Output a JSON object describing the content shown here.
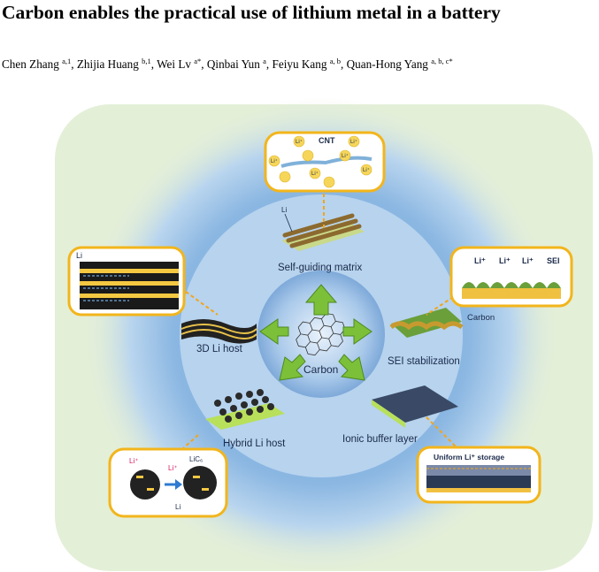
{
  "paper": {
    "title": "Carbon enables the practical use of lithium metal in a battery",
    "authors": [
      {
        "name": "Chen Zhang",
        "aff": "a,1",
        "sep": ", "
      },
      {
        "name": "Zhijia Huang",
        "aff": "b,1",
        "sep": ", "
      },
      {
        "name": "Wei Lv",
        "aff": "a*",
        "sep": ", "
      },
      {
        "name": "Qinbai Yun",
        "aff": "a",
        "sep": ", "
      },
      {
        "name": "Feiyu Kang",
        "aff": "a, b",
        "sep": ", "
      },
      {
        "name": "Quan-Hong Yang",
        "aff": "a, b, c*",
        "sep": ""
      }
    ]
  },
  "figure": {
    "center_label": "Carbon",
    "labels": {
      "self_guiding": "Self-guiding matrix",
      "host_3d": "3D Li host",
      "sei": "SEI stabilization",
      "hybrid": "Hybrid Li host",
      "buffer": "Ionic buffer layer"
    },
    "insets": {
      "cnt": "CNT",
      "li_ion": "Li⁺",
      "li": "Li",
      "sei_li": [
        "Li⁺",
        "Li⁺",
        "Li⁺"
      ],
      "sei": "SEI",
      "carbon": "Carbon",
      "uniform": "Uniform Li⁺ storage",
      "lic6": "LiC₆"
    },
    "colors": {
      "outer_bg": "#e4efd8",
      "ring_blue": "#b7d3ee",
      "inner_disc": "#8bb7e2",
      "arrow_green": "#7cc03a",
      "inset_border": "#f2b51b",
      "stripe_yellow": "#f5c842",
      "dashed_orange": "#f2a51b"
    }
  }
}
